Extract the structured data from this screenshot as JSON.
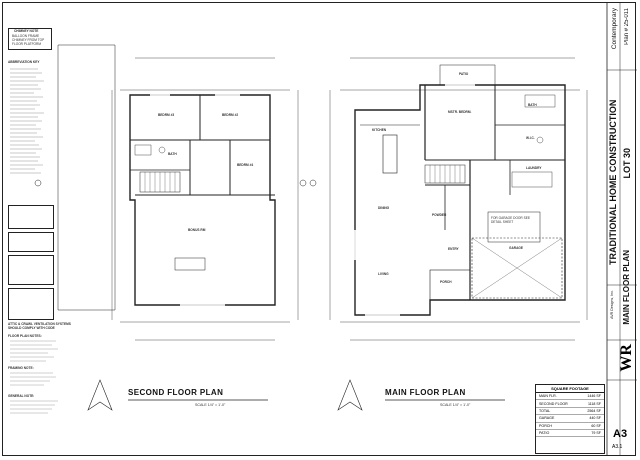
{
  "sheet": {
    "second_plan_title": "SECOND FLOOR PLAN",
    "main_plan_title": "MAIN FLOOR PLAN",
    "scale_left": "SCALE    1/4\" = 1'-0\"",
    "scale_right": "SCALE    1/4\" = 1'-0\"",
    "sheet_number": "A3",
    "sheet_number_small": "A3.1"
  },
  "title_block": {
    "project_line1": "TRADITIONAL HOME CONSTRUCTION",
    "project_line2": "MAIN FLOOR PLAN",
    "lot": "LOT 30",
    "style": "Contemporary",
    "plan_no": "Plan # 25-011",
    "firm": "WR",
    "firm_caption": "AVR Designs, Inc."
  },
  "notes": {
    "chimney_header": "CHIMNEY NOTE",
    "chimney_text": "BALLOON FRAME\nCHIMNEY FROM TOP\nFLOOR PLATFORM",
    "abbrev_header": "ABBREVIATION KEY",
    "floor_plan_notes": "FLOOR PLAN NOTES:",
    "framing_note": "FRAMING NOTE:",
    "general_note": "GENERAL NOTE:",
    "vent_note": "ATTIC & CRAWL VENTILATION SYSTEMS\nSHOULD COMPLY WITH CODE"
  },
  "second_floor": {
    "rooms": [
      {
        "name": "BEDRM #3",
        "id": "bedroom-3"
      },
      {
        "name": "BEDRM #2",
        "id": "bedroom-2"
      },
      {
        "name": "BATH",
        "id": "bath"
      },
      {
        "name": "BEDRM #4",
        "id": "bedroom-4"
      },
      {
        "name": "BONUS RM",
        "id": "bonus-room"
      }
    ]
  },
  "main_floor": {
    "rooms": [
      {
        "name": "PATIO",
        "id": "patio"
      },
      {
        "name": "MSTR. BEDRM.",
        "id": "master-bedroom"
      },
      {
        "name": "BATH",
        "id": "master-bath"
      },
      {
        "name": "KITCHEN",
        "id": "kitchen"
      },
      {
        "name": "W.I.C.",
        "id": "walk-in-closet"
      },
      {
        "name": "LAUNDRY",
        "id": "laundry"
      },
      {
        "name": "DINING",
        "id": "dining"
      },
      {
        "name": "POWDER",
        "id": "powder"
      },
      {
        "name": "ENTRY",
        "id": "entry"
      },
      {
        "name": "LIVING",
        "id": "living"
      },
      {
        "name": "GARAGE",
        "id": "garage"
      },
      {
        "name": "PORCH",
        "id": "porch"
      }
    ],
    "garage_note": "FOR GARAGE DOOR SEE DETAIL SHEET"
  },
  "square_footage": {
    "header": "SQUARE FOOTAGE",
    "rows": [
      {
        "label": "MAIN FLR.",
        "value": "1446 SF"
      },
      {
        "label": "SECOND FLOOR",
        "value": "1118 SF"
      },
      {
        "label": "TOTAL",
        "value": "2564 SF"
      },
      {
        "label": "GARAGE",
        "value": "440 SF"
      },
      {
        "label": "PORCH",
        "value": "60 SF"
      },
      {
        "label": "PATIO",
        "value": "79 SF"
      }
    ]
  }
}
